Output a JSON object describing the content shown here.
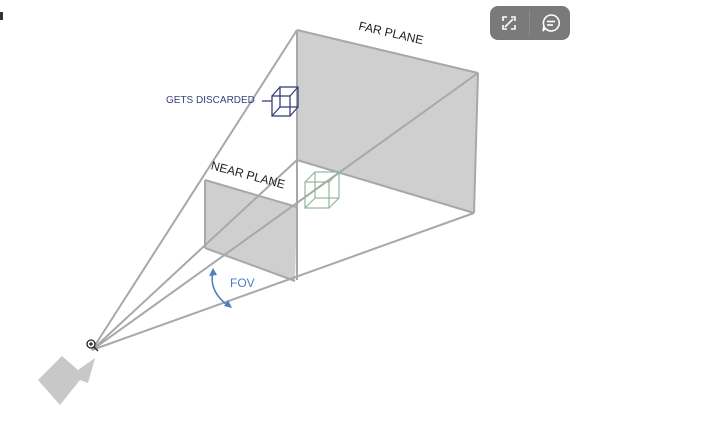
{
  "diagram": {
    "far_plane_label": "FAR PLANE",
    "near_plane_label": "NEAR PLANE",
    "discarded_label": "GETS DISCARDED",
    "fov_label": "FOV"
  },
  "toolbar": {
    "buttons": [
      {
        "icon": "expand-icon"
      },
      {
        "icon": "comment-icon"
      }
    ]
  },
  "colors": {
    "plane_fill": "#cfcfcf",
    "line": "#a8a8a8",
    "discarded": "#3a3f7a",
    "fov": "#4a7fc0",
    "inside_cube": "#8fb89a"
  }
}
